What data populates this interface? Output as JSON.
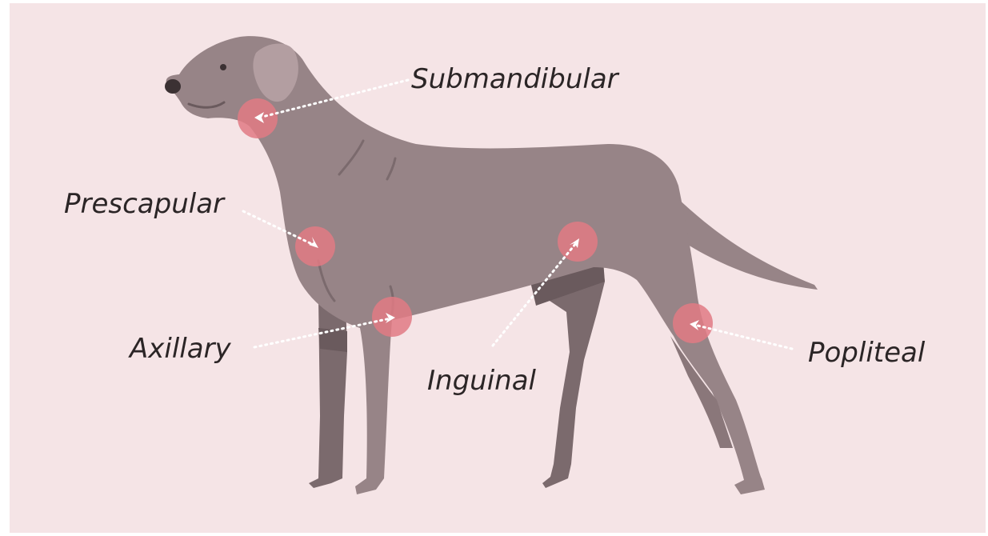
{
  "colors": {
    "background": "#f5e4e6",
    "dog_body": "#978487",
    "dog_shadow": "#7b6a6d",
    "dog_ear": "#b39ea1",
    "node_marker": "#e07a84",
    "pointer_line": "#ffffff",
    "label_text": "#2b2526"
  },
  "lymph_nodes": [
    {
      "id": "submandibular",
      "label": "Submandibular"
    },
    {
      "id": "prescapular",
      "label": "Prescapular"
    },
    {
      "id": "axillary",
      "label": "Axillary"
    },
    {
      "id": "inguinal",
      "label": "Inguinal"
    },
    {
      "id": "popliteal",
      "label": "Popliteal"
    }
  ]
}
